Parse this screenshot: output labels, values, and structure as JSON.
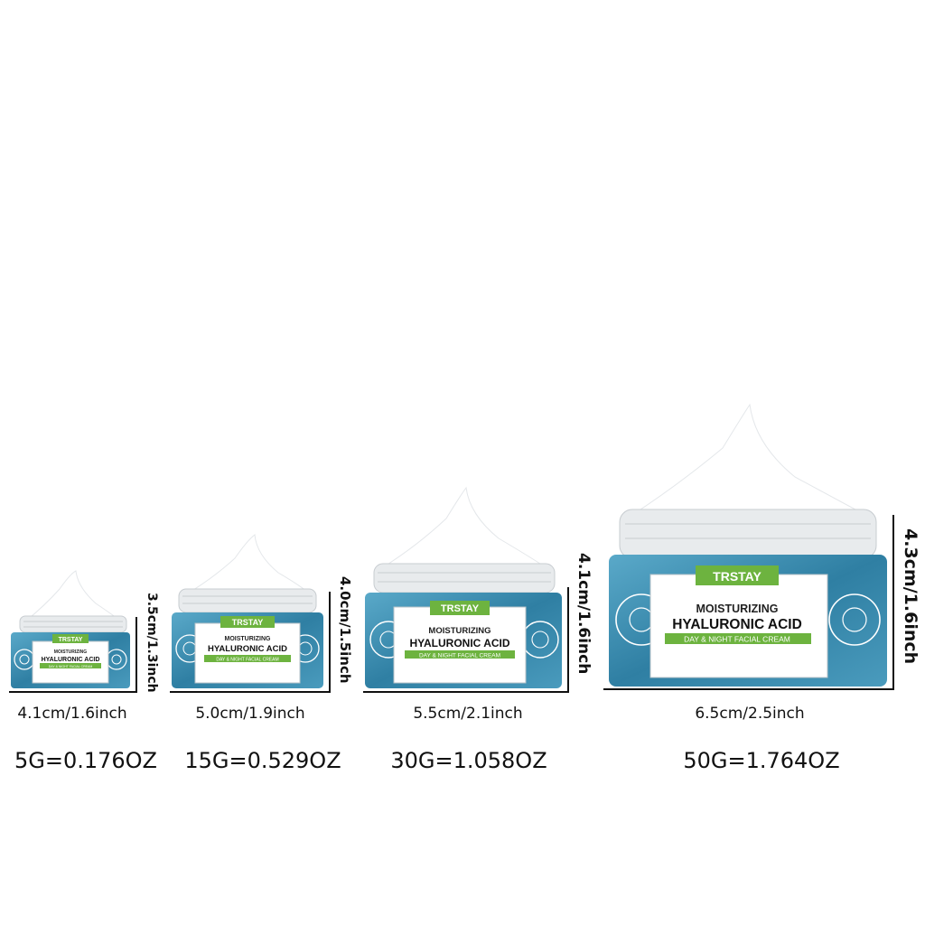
{
  "products": [
    {
      "brand": "TRSTAY",
      "title_line1": "MOISTURIZING",
      "title_line2": "HYALURONIC ACID",
      "subtitle": "DAY & NIGHT  FACIAL CREAM",
      "width_label": "4.1cm/1.6inch",
      "height_label": "3.5cm/1.3inch",
      "weight_label": "5G=0.176OZ"
    },
    {
      "brand": "TRSTAY",
      "title_line1": "MOISTURIZING",
      "title_line2": "HYALURONIC ACID",
      "subtitle": "DAY & NIGHT  FACIAL CREAM",
      "width_label": "5.0cm/1.9inch",
      "height_label": "4.0cm/1.5inch",
      "weight_label": "15G=0.529OZ"
    },
    {
      "brand": "TRSTAY",
      "title_line1": "MOISTURIZING",
      "title_line2": "HYALURONIC ACID",
      "subtitle": "DAY & NIGHT  FACIAL CREAM",
      "width_label": "5.5cm/2.1inch",
      "height_label": "4.1cm/1.6inch",
      "weight_label": "30G=1.058OZ"
    },
    {
      "brand": "TRSTAY",
      "title_line1": "MOISTURIZING",
      "title_line2": "HYALURONIC ACID",
      "subtitle": "DAY & NIGHT  FACIAL CREAM",
      "width_label": "6.5cm/2.5inch",
      "height_label": "4.3cm/1.6inch",
      "weight_label": "50G=1.764OZ"
    }
  ],
  "colors": {
    "label_green": "#6db33f",
    "jar_blue": "#3f8fb0",
    "jar_dark": "#1f5f80",
    "cream": "#ffffff",
    "lid_silver": "#d9dde0"
  },
  "icons": {
    "jar": "cream-jar-icon",
    "pattern": "mandala-pattern-icon"
  }
}
